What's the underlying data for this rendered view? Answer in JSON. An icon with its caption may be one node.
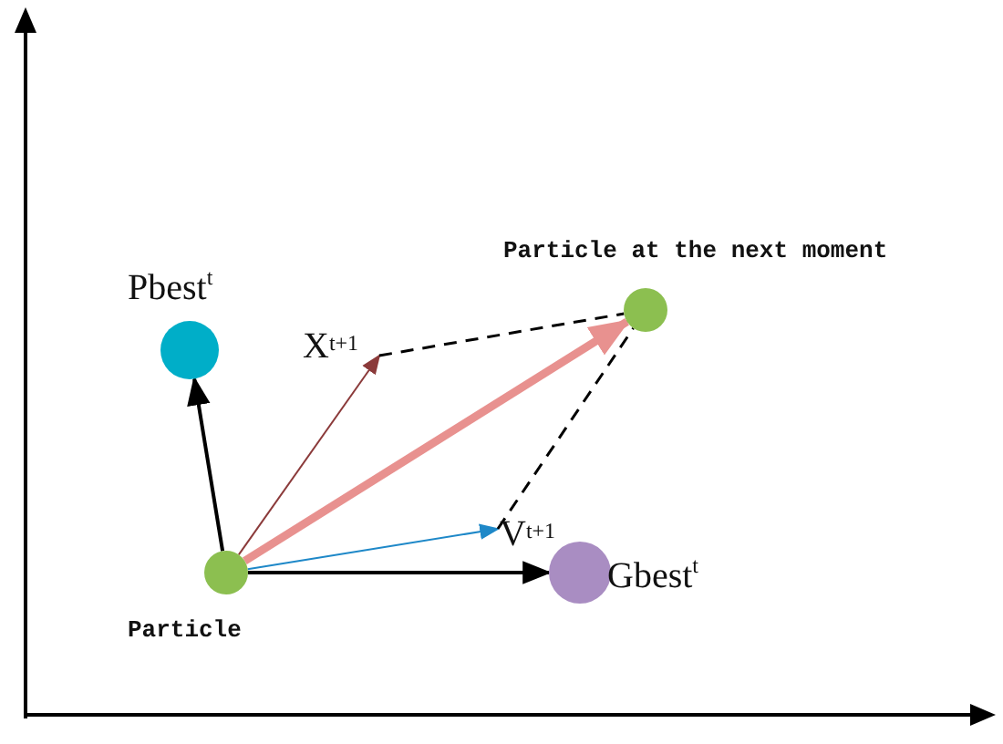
{
  "diagram": {
    "nodes": [
      {
        "text": [],
        "shape": "circle",
        "beside": [
          "Particle"
        ]
      },
      {
        "text": [],
        "shape": "circle",
        "beside": [
          "Pbest$^{t}$"
        ]
      },
      {
        "text": [],
        "shape": "circle",
        "beside": [
          "Gbest$^{t}$"
        ]
      },
      {
        "text": [],
        "shape": "circle",
        "beside": [
          "Particle at the next moment"
        ]
      },
      {
        "text": [
          "X$^{t+1}$"
        ]
      },
      {
        "text": [
          "V$^{t+1}$"
        ]
      }
    ],
    "edges": [
      {
        "from": 0,
        "to": 1,
        "arrow": "to"
      },
      {
        "from": 0,
        "to": 2,
        "arrow": "to"
      },
      {
        "from": 0,
        "to": 4,
        "arrow": "to",
        "color": "#8b3a3a"
      },
      {
        "from": 0,
        "to": 5,
        "arrow": "to",
        "color": "#1e88c8"
      },
      {
        "from": 0,
        "to": 3,
        "arrow": "to",
        "style": "thick",
        "color": "#e8918f"
      },
      {
        "from": 4,
        "to": 3,
        "arrow": "none",
        "style": "dashed"
      },
      {
        "from": 5,
        "to": 3,
        "arrow": "none",
        "style": "dashed"
      }
    ]
  }
}
